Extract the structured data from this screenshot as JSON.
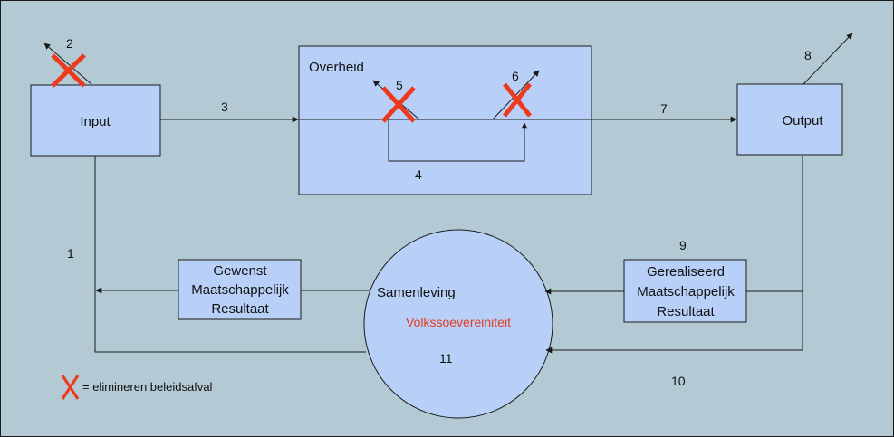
{
  "nodes": {
    "input": "Input",
    "output": "Output",
    "government": "Overheid",
    "society": "Samenleving",
    "sovereignty": "Volkssoevereiniteit",
    "desired_result": [
      "Gewenst",
      "Maatschappelijk",
      "Resultaat"
    ],
    "realized_result": [
      "Gerealiseerd",
      "Maatschappelijk",
      "Resultaat"
    ]
  },
  "numbers": {
    "n1": "1",
    "n2": "2",
    "n3": "3",
    "n4": "4",
    "n5": "5",
    "n6": "6",
    "n7": "7",
    "n8": "8",
    "n9": "9",
    "n10": "10",
    "n11": "11"
  },
  "legend": {
    "symbol": "X",
    "text": "= elimineren beleidsafval"
  },
  "colors": {
    "background": "#b3cad4",
    "box_fill": "#b8d0f8",
    "cross": "#ee3a1c",
    "highlight_text": "#e03a22",
    "line": "#1a1a1a"
  }
}
